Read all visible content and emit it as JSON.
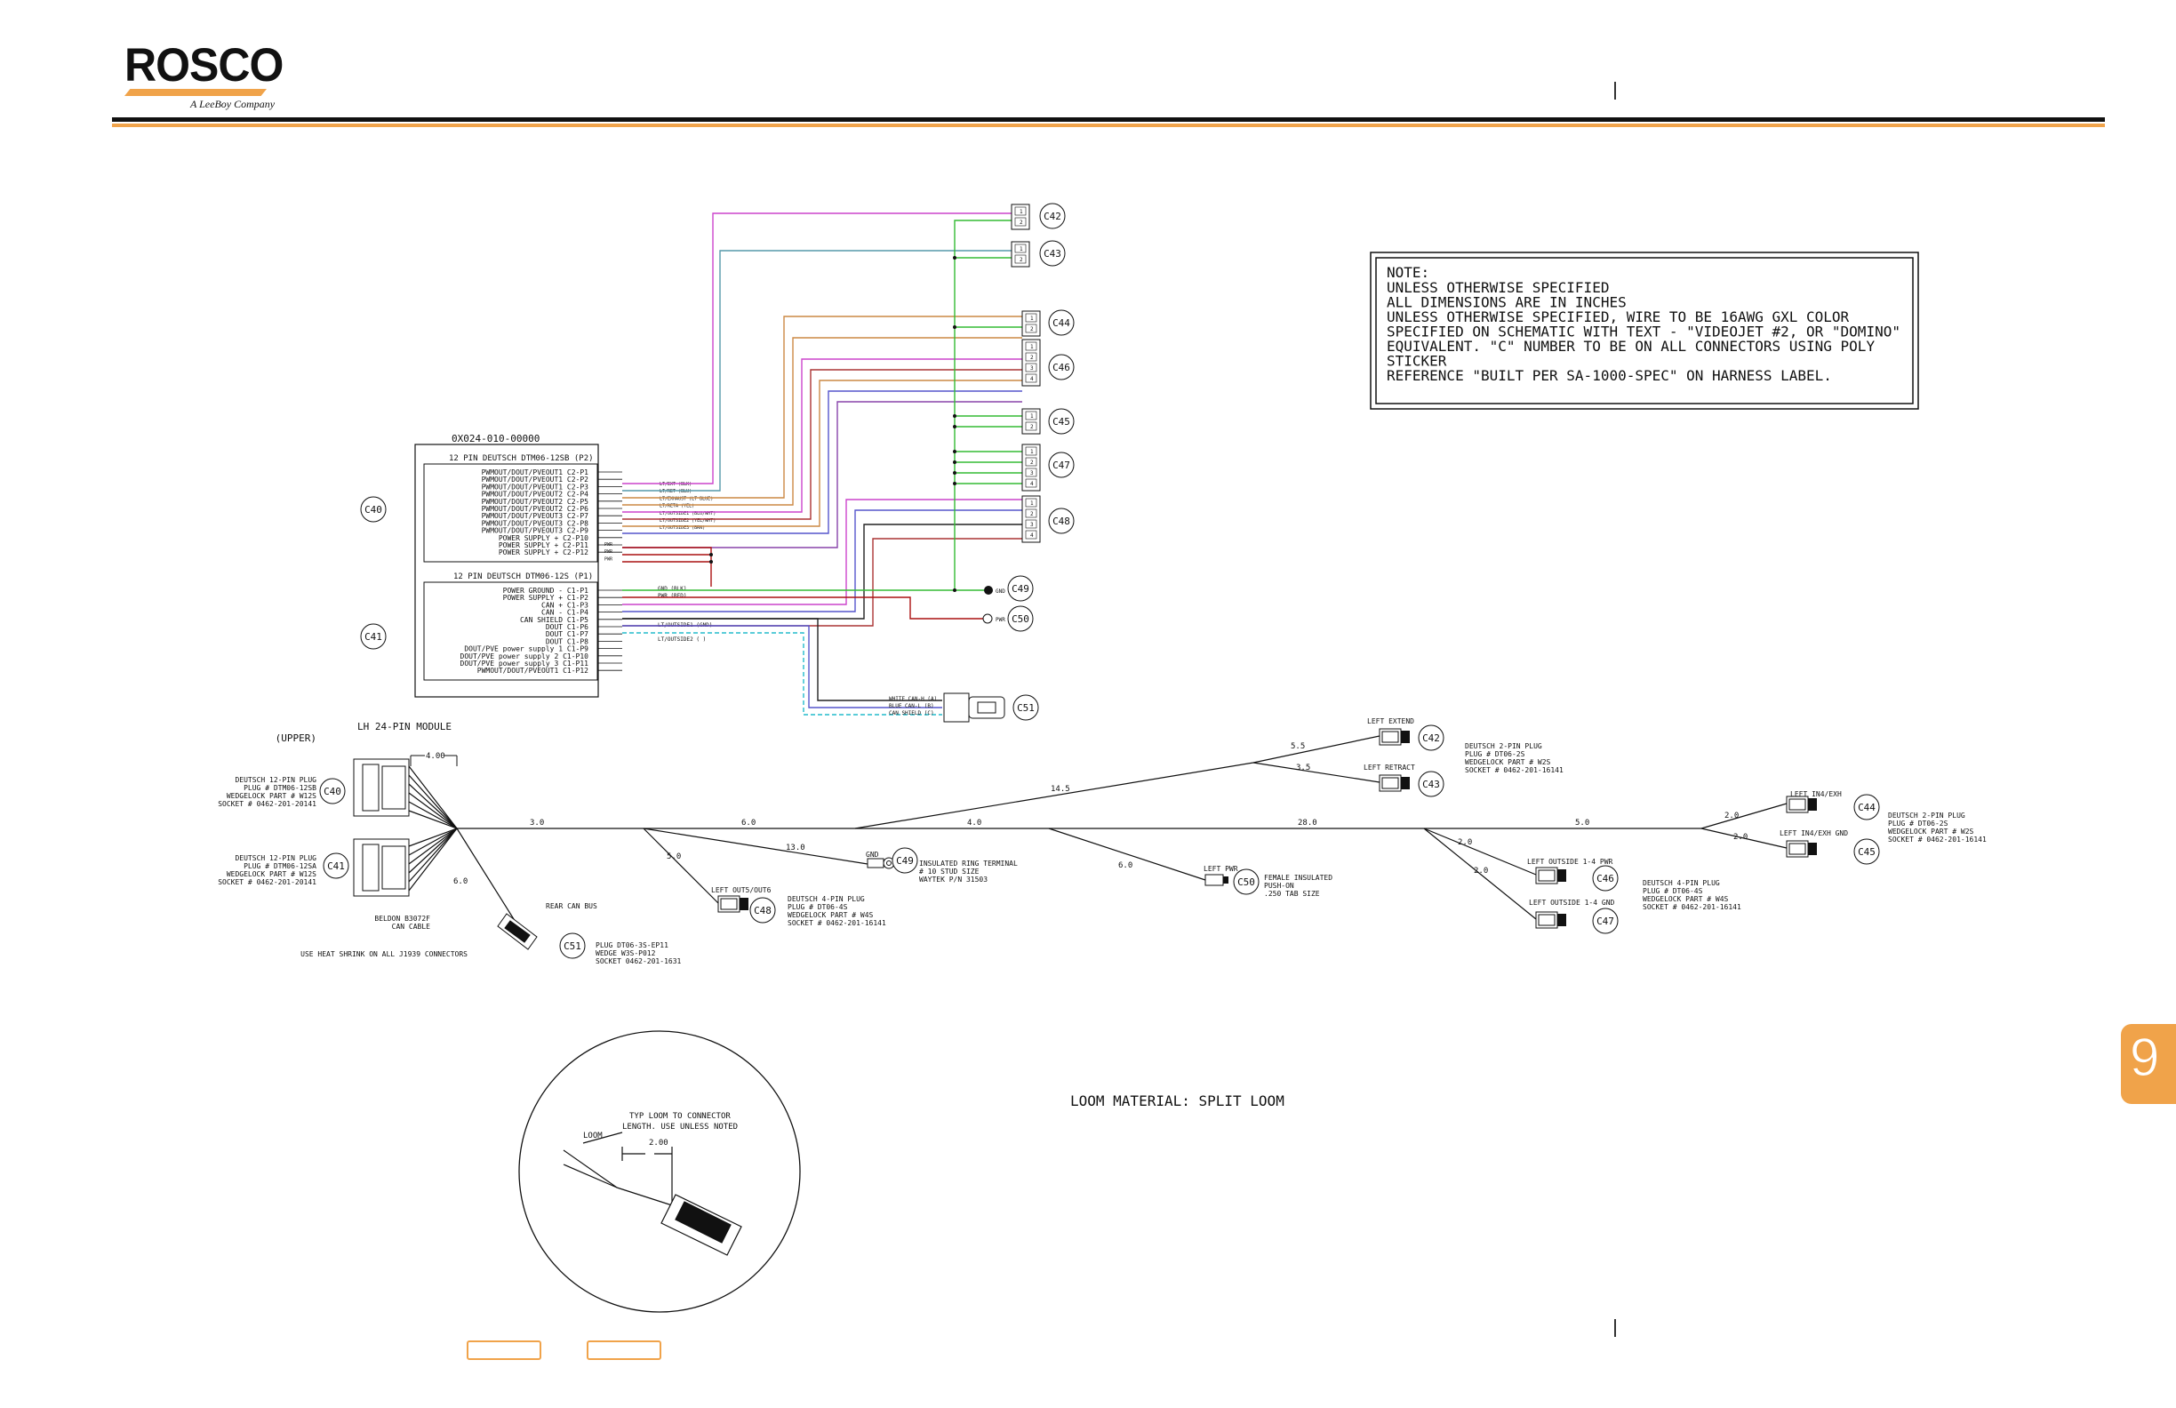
{
  "header": {
    "brand": "ROSCO",
    "tagline": "A LeeBoy Company"
  },
  "side_tab": {
    "label": "9"
  },
  "colors": {
    "accent": "#f0a34a",
    "wire_green": "#33bb33",
    "wire_magenta": "#cc44cc",
    "wire_red": "#aa1111",
    "wire_cyan": "#22bbcc",
    "wire_orange": "#cc8844"
  },
  "note": {
    "title": "NOTE:",
    "lines": [
      "UNLESS OTHERWISE SPECIFIED",
      "ALL DIMENSIONS ARE IN INCHES",
      "UNLESS OTHERWISE SPECIFIED, WIRE TO BE 16AWG GXL COLOR",
      "SPECIFIED ON SCHEMATIC WITH TEXT - \"VIDEOJET #2, OR \"DOMINO\"",
      "EQUIVALENT. \"C\" NUMBER TO BE ON ALL CONNECTORS USING POLY",
      "STICKER",
      "REFERENCE \"BUILT PER SA-1000-SPEC\" ON HARNESS LABEL."
    ]
  },
  "module": {
    "part": "0X024-010-00000",
    "p2_title": "12 PIN DEUTSCH DTM06-12SB (P2)",
    "p1_title": "12 PIN DEUTSCH DTM06-12S (P1)",
    "p2_rows": [
      "PWMOUT/DOUT/PVEOUT1  C2-P1",
      "PWMOUT/DOUT/PVEOUT1  C2-P2",
      "PWMOUT/DOUT/PVEOUT1  C2-P3",
      "PWMOUT/DOUT/PVEOUT2  C2-P4",
      "PWMOUT/DOUT/PVEOUT2  C2-P5",
      "PWMOUT/DOUT/PVEOUT2  C2-P6",
      "PWMOUT/DOUT/PVEOUT3  C2-P7",
      "PWMOUT/DOUT/PVEOUT3  C2-P8",
      "PWMOUT/DOUT/PVEOUT3  C2-P9",
      "POWER SUPPLY +  C2-P10",
      "POWER SUPPLY +  C2-P11",
      "POWER SUPPLY +  C2-P12"
    ],
    "p1_rows": [
      "POWER GROUND -  C1-P1",
      "POWER SUPPLY +  C1-P2",
      "CAN +  C1-P3",
      "CAN -  C1-P4",
      "CAN SHIELD  C1-P5",
      "DOUT  C1-P6",
      "DOUT  C1-P7",
      "DOUT  C1-P8",
      "DOUT/PVE power supply 1  C1-P9",
      "DOUT/PVE power supply 2  C1-P10",
      "DOUT/PVE power supply 3  C1-P11",
      "PWMOUT/DOUT/PVEOUT1  C1-P12"
    ],
    "p2_wire_labels": [
      "LT/EXT (BLK)",
      "LT/RET (BLU)",
      "LT/EXHAUST (LT BLUE)",
      "LT/RETA (YEL)",
      "LT/OUTSIDE1 (BLU/WHT)",
      "LT/OUTSIDE2 (YEL/WHT)",
      "LT/OUTSIDE3 (BRN)"
    ],
    "p1_wire_labels": [
      "GND (BLK)",
      "PWR (RED)",
      "LT/OUTSIDE1 (GND)",
      "LT/OUTSIDE2 ( )"
    ],
    "pwr_tags": [
      "PWR",
      "PWR",
      "PWR"
    ]
  },
  "schematic_connectors": [
    "C42",
    "C43",
    "C44",
    "C46",
    "C45",
    "C47",
    "C48",
    "C49",
    "C50",
    "C51"
  ],
  "side_callouts": [
    "C40",
    "C41"
  ],
  "c49_tag": "GND",
  "c50_tag": "PWR",
  "c51_pins": [
    "WHITE CAN-H (A)",
    "BLUE CAN-L (B)",
    "CAN SHIELD (C)"
  ],
  "harness": {
    "module_label": [
      "LH 24-PIN MODULE",
      "(UPPER)"
    ],
    "dim_module": "4.00",
    "c40_text": [
      "DEUTSCH 12-PIN PLUG",
      "PLUG # DTM06-12SB",
      "WEDGELOCK PART # W12S",
      "SOCKET # 0462-201-20141"
    ],
    "c41_text": [
      "DEUTSCH 12-PIN PLUG",
      "PLUG # DTM06-12SA",
      "WEDGELOCK PART # W12S",
      "SOCKET # 0462-201-20141"
    ],
    "belden_text": [
      "BELDON B3072F",
      "CAN CABLE"
    ],
    "heat_shrink": "USE HEAT SHRINK ON ALL J1939 CONNECTORS",
    "rear_can": "REAR CAN BUS",
    "c51_text": [
      "PLUG DT06-3S-EP11",
      "WEDGE W3S-P012",
      "SOCKET 0462-201-1631"
    ],
    "c48_label": "LEFT OUT5/OUT6",
    "c48_text": [
      "DEUTSCH 4-PIN PLUG",
      "PLUG # DT06-4S",
      "WEDGELOCK PART # W4S",
      "SOCKET # 0462-201-16141"
    ],
    "c49_label": "GND",
    "c49_text": [
      "INSULATED RING TERMINAL",
      "# 10 STUD SIZE",
      "WAYTEK P/N 31503"
    ],
    "c50_label": "LEFT PWR",
    "c50_text": [
      "FEMALE INSULATED",
      "PUSH-ON",
      ".250 TAB SIZE"
    ],
    "c42_label": "LEFT EXTEND",
    "c43_label": "LEFT RETRACT",
    "c42_43_text": [
      "DEUTSCH 2-PIN PLUG",
      "PLUG # DT06-2S",
      "WEDGELOCK PART # W2S",
      "SOCKET # 0462-201-16141"
    ],
    "c46_label": "LEFT OUTSIDE 1-4 PWR",
    "c47_label": "LEFT OUTSIDE 1-4 GND",
    "c46_47_text": [
      "DEUTSCH 4-PIN PLUG",
      "PLUG # DT06-4S",
      "WEDGELOCK PART # W4S",
      "SOCKET # 0462-201-16141"
    ],
    "c44_label": "LEFT IN4/EXH",
    "c45_label": "LEFT IN4/EXH GND",
    "c44_45_text": [
      "DEUTSCH 2-PIN PLUG",
      "PLUG # DT06-2S",
      "WEDGELOCK PART # W2S",
      "SOCKET # 0462-201-16141"
    ],
    "dims": {
      "d_3_0": "3.0",
      "d_6_0a": "6.0",
      "d_4_0": "4.0",
      "d_28_0": "28.0",
      "d_5_0": "5.0",
      "d_14_5": "14.5",
      "d_5_5": "5.5",
      "d_3_5": "3.5",
      "d_13_0": "13.0",
      "d_5_0b": "5.0",
      "d_6_0b": "6.0",
      "d_6_0c": "6.0",
      "d_2_0a": "2.0",
      "d_2_0b": "2.0",
      "d_2_0c": "2.0",
      "d_2_0d": "2.0"
    }
  },
  "loom_material": "LOOM MATERIAL: SPLIT LOOM",
  "detail": {
    "note": [
      "TYP LOOM TO CONNECTOR",
      "LENGTH.  USE UNLESS NOTED"
    ],
    "loom": "LOOM",
    "dim": "2.00"
  }
}
